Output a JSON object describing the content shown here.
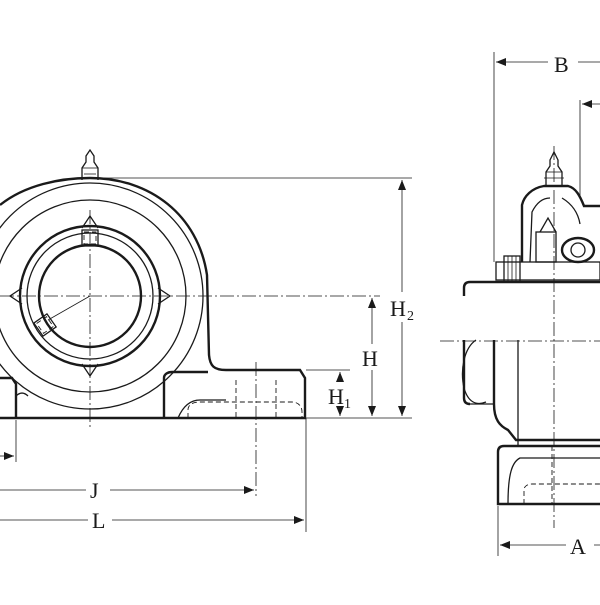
{
  "dimensions": {
    "B": "B",
    "H2": "H",
    "H2_sub": "2",
    "H": "H",
    "H1": "H",
    "H1_sub": "1",
    "J": "J",
    "L": "L",
    "A": "A"
  },
  "colors": {
    "line": "#1a1a1a",
    "background": "#ffffff"
  }
}
